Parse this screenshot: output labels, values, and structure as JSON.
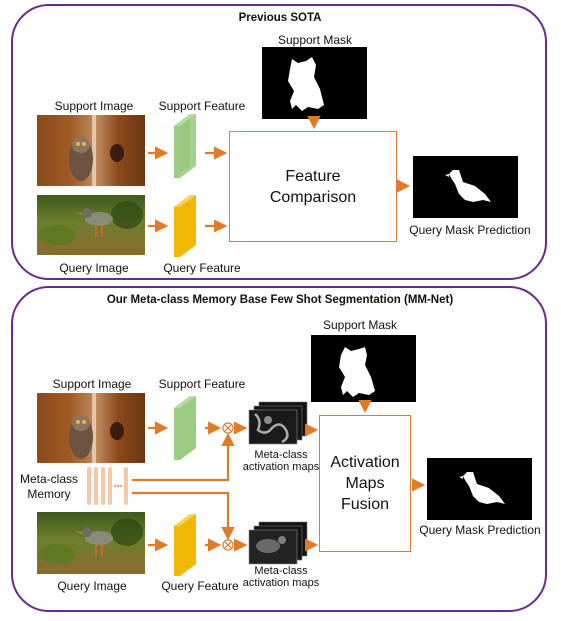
{
  "top": {
    "title": "Previous SOTA",
    "support_mask": "Support Mask",
    "support_image": "Support Image",
    "support_feature": "Support Feature",
    "query_image": "Query Image",
    "query_feature": "Query Feature",
    "comparison_line1": "Feature",
    "comparison_line2": "Comparison",
    "query_mask_prediction": "Query Mask Prediction"
  },
  "bottom": {
    "title": "Our Meta-class Memory Base Few Shot Segmentation (MM-Net)",
    "support_mask": "Support Mask",
    "support_image": "Support Image",
    "support_feature": "Support Feature",
    "memory_line1": "Meta-class",
    "memory_line2": "Memory",
    "activation_maps_top_line1": "Meta-class",
    "activation_maps_top_line2": "activation maps",
    "activation_maps_bottom_line1": "Meta-class",
    "activation_maps_bottom_line2": "activation maps",
    "fusion_line1": "Activation",
    "fusion_line2": "Maps",
    "fusion_line3": "Fusion",
    "query_image": "Query Image",
    "query_feature": "Query Feature",
    "query_mask_prediction": "Query Mask Prediction"
  },
  "colors": {
    "panel_border": "#6a2a8c",
    "arrow": "#e07b2a",
    "support_feature": "#9ccb83",
    "query_feature": "#f2b705",
    "memory_bars": "#f6c8a6"
  }
}
